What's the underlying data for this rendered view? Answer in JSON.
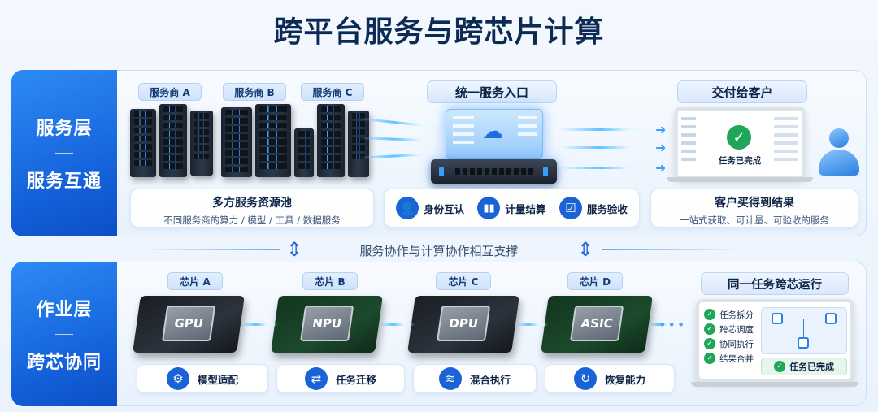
{
  "title": "跨平台服务与跨芯片计算",
  "service_layer": {
    "tag_line1": "服务层",
    "tag_line2": "服务互通",
    "providers": [
      "服务商 A",
      "服务商 B",
      "服务商 C"
    ],
    "pool_title": "多方服务资源池",
    "pool_sub": "不同服务商的算力 / 模型 / 工具 / 数据服务",
    "entry_title": "统一服务入口",
    "features": [
      {
        "icon": "user-icon",
        "label": "身份互认"
      },
      {
        "icon": "bar-chart-icon",
        "label": "计量结算"
      },
      {
        "icon": "checklist-icon",
        "label": "服务验收"
      }
    ],
    "deliver_title": "交付给客户",
    "laptop_status": "任务已完成",
    "result_title": "客户买得到结果",
    "result_sub": "一站式获取、可计量、可验收的服务"
  },
  "middle_text": "服务协作与计算协作相互支撑",
  "work_layer": {
    "tag_line1": "作业层",
    "tag_line2": "跨芯协同",
    "chips": [
      {
        "label": "芯片 A",
        "die": "GPU"
      },
      {
        "label": "芯片 B",
        "die": "NPU"
      },
      {
        "label": "芯片 C",
        "die": "DPU"
      },
      {
        "label": "芯片 D",
        "die": "ASIC"
      }
    ],
    "functions": [
      {
        "icon": "gear-icon",
        "label": "模型适配"
      },
      {
        "icon": "swap-icon",
        "label": "任务迁移"
      },
      {
        "icon": "layers-icon",
        "label": "混合执行"
      },
      {
        "icon": "refresh-icon",
        "label": "恢复能力"
      }
    ],
    "run_title": "同一任务跨芯运行",
    "steps": [
      "任务拆分",
      "跨芯调度",
      "协同执行",
      "结果合并"
    ],
    "run_status": "任务已完成"
  }
}
